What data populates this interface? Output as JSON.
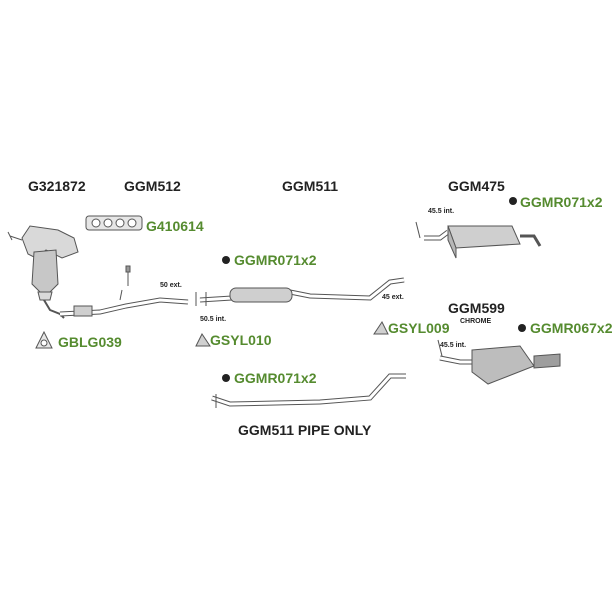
{
  "parts": {
    "catalyst_manifold": "G321872",
    "gasket_set": "GGM512",
    "center_pipe": "GGM511",
    "rear_box_a": "GGM475",
    "rear_box_b": "GGM599"
  },
  "accessories": {
    "gasket": "G410614",
    "mount_center": "GGMR071x2",
    "mount_rear_a": "GGMR071x2",
    "mount_rear_b": "GGMR067x2",
    "mount_pipe_only": "GGMR071x2",
    "clamp_center": "GSYL010",
    "clamp_rear": "GSYL009",
    "gasket_front": "GBLG039"
  },
  "dimensions": {
    "d1": "50 ext.",
    "d2": "50.5 int.",
    "d3": "45 ext.",
    "d4": "45.5 int.",
    "d5": "45.5 int."
  },
  "notes": {
    "chrome": "CHROME",
    "pipe_only": "GGM511 PIPE ONLY"
  },
  "colors": {
    "part_label": "#222222",
    "accessory_label": "#558b2f",
    "line": "#555555",
    "fill": "#d9d9d9"
  }
}
